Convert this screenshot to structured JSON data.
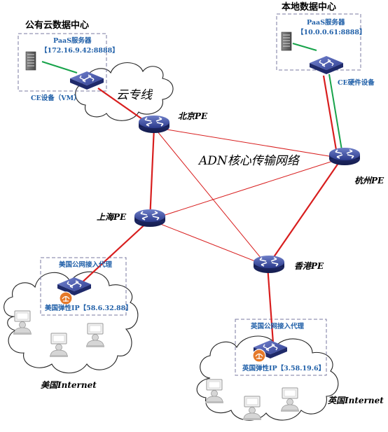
{
  "public_dc": {
    "title": "公有云数据中心",
    "server_label": "PaaS服务器",
    "server_ip": "【172.16.9.42:8888】",
    "ce_label": "CE设备（VM）"
  },
  "local_dc": {
    "title": "本地数据中心",
    "server_label": "PaaS服务器",
    "server_ip": "【10.0.0.61:8888】",
    "ce_label": "CE硬件设备"
  },
  "cloud_line_label": "云专线",
  "core_network_label": "ADN核心传输网络",
  "pe_nodes": {
    "beijing": "北京PE",
    "hangzhou": "杭州PE",
    "shanghai": "上海PE",
    "hongkong": "香港PE"
  },
  "us_proxy": {
    "label": "美国公网接入代理",
    "ip_label": "美国弹性IP【58.6.32.88】",
    "internet_label": "美国Internet"
  },
  "uk_proxy": {
    "label": "英国公网接入代理",
    "ip_label": "英国弹性IP【3.58.19.6】",
    "internet_label": "英国Internet"
  },
  "colors": {
    "link_red": "#d81e1e",
    "link_green": "#17a34a",
    "router_blue": "#2b3a8c",
    "label_blue": "#1f5fa8",
    "box_border": "#7a7aa0"
  }
}
